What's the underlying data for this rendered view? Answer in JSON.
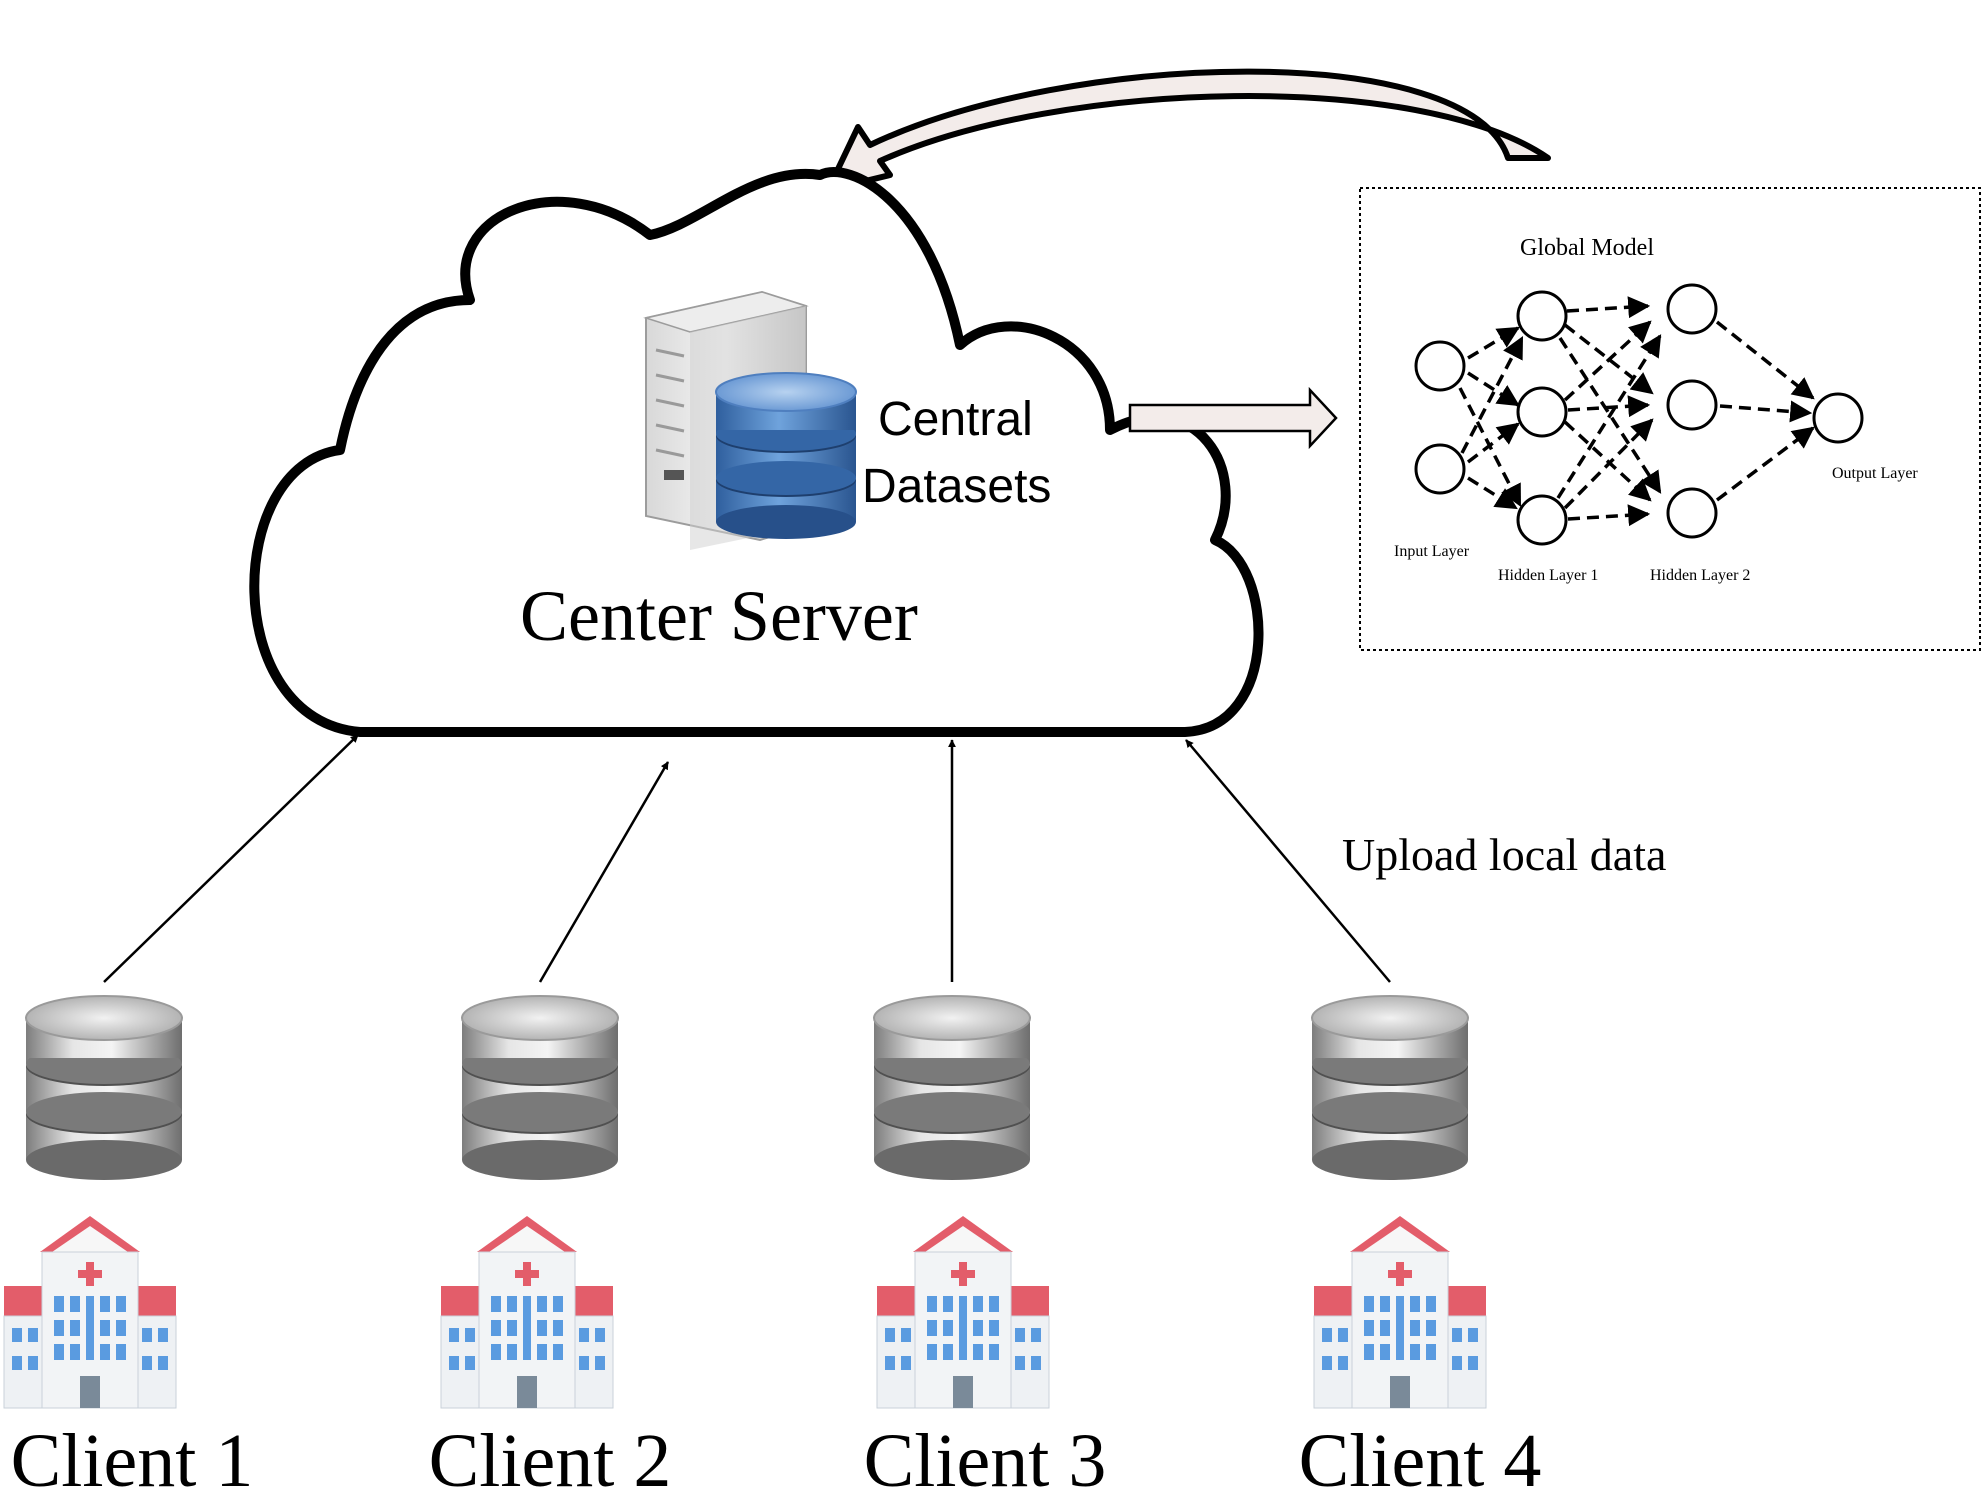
{
  "server": {
    "title": "Center Server",
    "dataset_label_line1": "Central",
    "dataset_label_line2": "Datasets"
  },
  "model": {
    "title": "Global Model",
    "input_label": "Input Layer",
    "hidden1_label": "Hidden Layer 1",
    "hidden2_label": "Hidden Layer 2",
    "output_label": "Output Layer"
  },
  "upload_label": "Upload local data",
  "clients": [
    {
      "label": "Client 1"
    },
    {
      "label": "Client 2"
    },
    {
      "label": "Client 3"
    },
    {
      "label": "Client 4"
    }
  ],
  "colors": {
    "stroke": "#000000",
    "feedback_arrow_fill": "#f3ecea",
    "db_blue": "#4a7fc0",
    "db_silver": "#b8b8b8",
    "roof_red": "#e35d6a",
    "window_blue": "#5a9be0"
  }
}
